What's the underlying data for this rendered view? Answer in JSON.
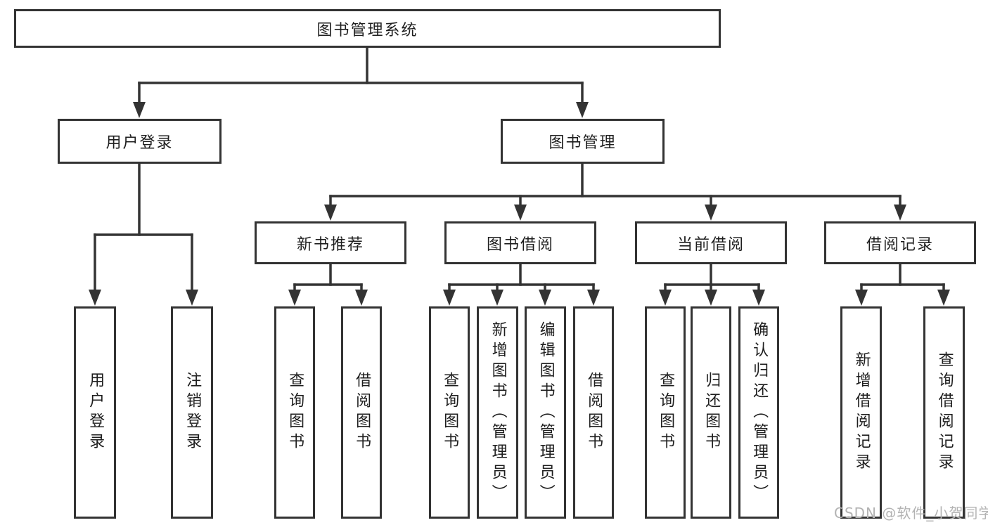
{
  "diagram": {
    "root": {
      "label": "图书管理系统",
      "children": [
        {
          "label": "用户登录",
          "children": [
            {
              "label": "用户登录"
            },
            {
              "label": "注销登录"
            }
          ]
        },
        {
          "label": "图书管理",
          "children": [
            {
              "label": "新书推荐",
              "children": [
                {
                  "label": "查询图书"
                },
                {
                  "label": "借阅图书"
                }
              ]
            },
            {
              "label": "图书借阅",
              "children": [
                {
                  "label": "查询图书"
                },
                {
                  "label": "新增图书（管理员）"
                },
                {
                  "label": "编辑图书（管理员）"
                },
                {
                  "label": "借阅图书"
                }
              ]
            },
            {
              "label": "当前借阅",
              "children": [
                {
                  "label": "查询图书"
                },
                {
                  "label": "归还图书"
                },
                {
                  "label": "确认归还（管理员）"
                }
              ]
            },
            {
              "label": "借阅记录",
              "children": [
                {
                  "label": "新增借阅记录"
                },
                {
                  "label": "查询借阅记录"
                }
              ]
            }
          ]
        }
      ]
    }
  },
  "watermark": {
    "text": "CSDN @软件_小贺同学"
  },
  "colors": {
    "line": "#333333",
    "box_border": "#333333",
    "box_background": "#ffffff",
    "text": "#1e1e1e",
    "page_background": "#ffffff",
    "watermark": "#b3b3b3"
  }
}
